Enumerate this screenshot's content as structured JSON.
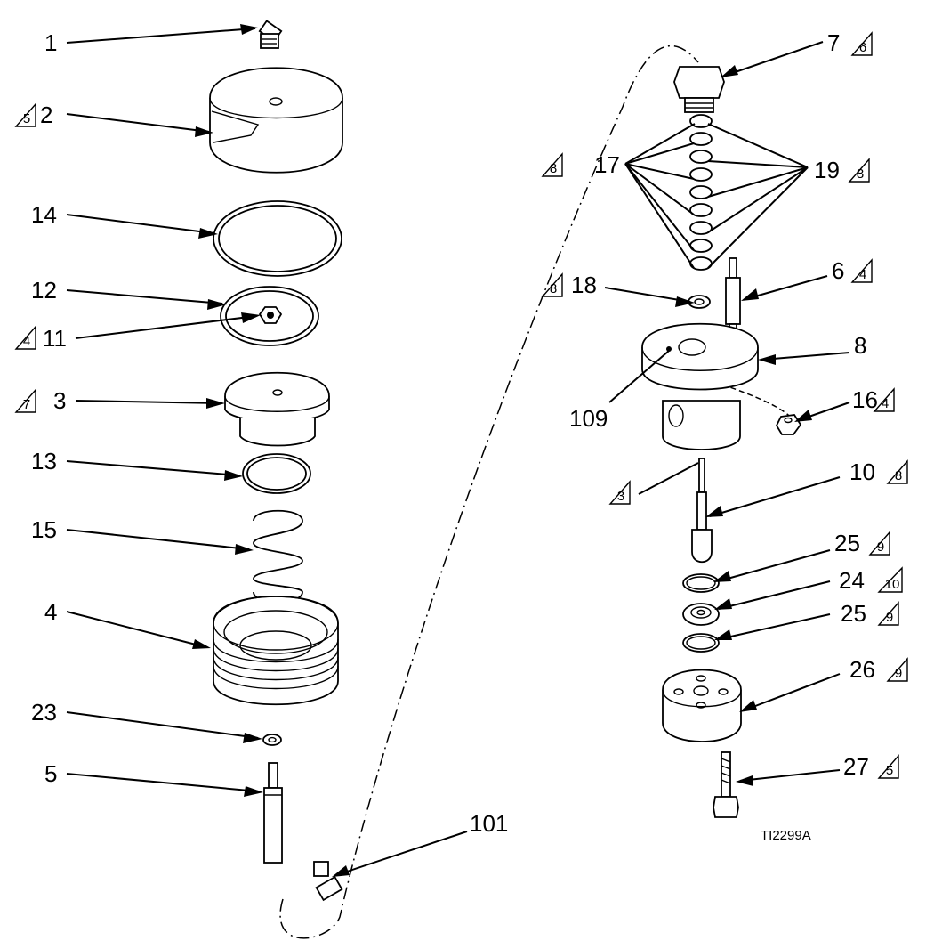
{
  "drawing_code": "TI2299A",
  "callouts": [
    {
      "id": "c1",
      "number": "1"
    },
    {
      "id": "c2",
      "number": "2",
      "note": "5"
    },
    {
      "id": "c14",
      "number": "14"
    },
    {
      "id": "c12",
      "number": "12"
    },
    {
      "id": "c11",
      "number": "11",
      "note": "4"
    },
    {
      "id": "c3",
      "number": "3",
      "note": "7"
    },
    {
      "id": "c13",
      "number": "13"
    },
    {
      "id": "c15",
      "number": "15"
    },
    {
      "id": "c4",
      "number": "4"
    },
    {
      "id": "c23",
      "number": "23"
    },
    {
      "id": "c5",
      "number": "5"
    },
    {
      "id": "c101",
      "number": "101"
    },
    {
      "id": "c7",
      "number": "7",
      "note": "6"
    },
    {
      "id": "c17",
      "number": "17",
      "note": "8"
    },
    {
      "id": "c19",
      "number": "19",
      "note": "8"
    },
    {
      "id": "c18",
      "number": "18",
      "note": "8"
    },
    {
      "id": "c6",
      "number": "6",
      "note": "4"
    },
    {
      "id": "c8",
      "number": "8"
    },
    {
      "id": "c109",
      "number": "109"
    },
    {
      "id": "c16",
      "number": "16",
      "note": "4"
    },
    {
      "id": "c3b",
      "number": "",
      "note": "3"
    },
    {
      "id": "c10",
      "number": "10",
      "note": "8"
    },
    {
      "id": "c25a",
      "number": "25",
      "note": "9"
    },
    {
      "id": "c24",
      "number": "24",
      "note": "10"
    },
    {
      "id": "c25b",
      "number": "25",
      "note": "9"
    },
    {
      "id": "c26",
      "number": "26",
      "note": "9"
    },
    {
      "id": "c27",
      "number": "27",
      "note": "5"
    }
  ]
}
